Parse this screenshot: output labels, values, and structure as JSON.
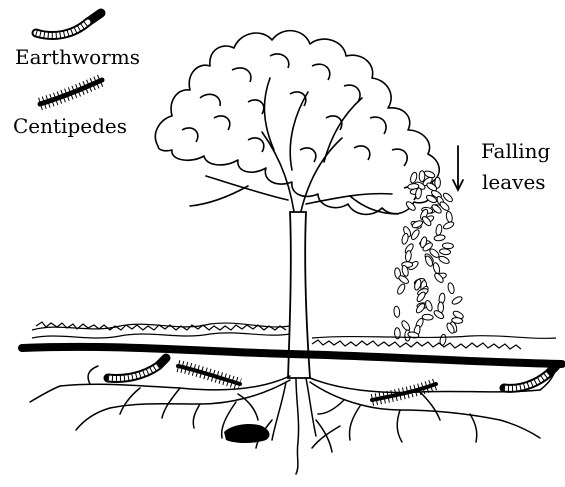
{
  "legend": {
    "earthworm_label": "Earthworms",
    "centipede_label": "Centipedes"
  },
  "falling_leaves": {
    "line1": "Falling",
    "line2": "leaves",
    "arrow_icon": "down-arrow-icon"
  },
  "colors": {
    "ink": "#000000",
    "background": "#ffffff"
  }
}
